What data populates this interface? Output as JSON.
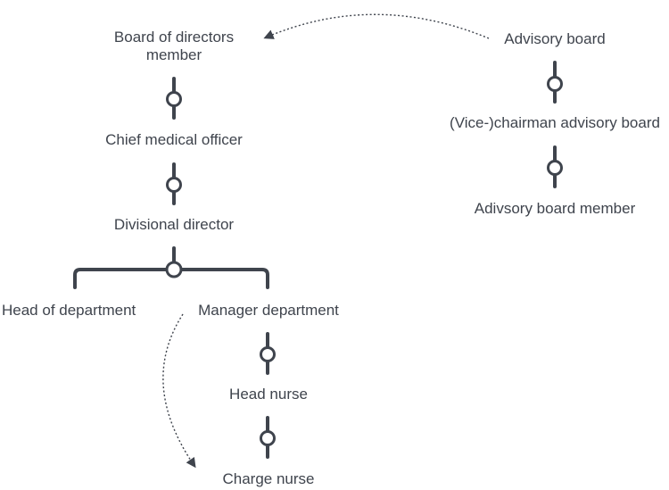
{
  "nodes": {
    "board_member": "Board of directors member",
    "chief_medical": "Chief medical officer",
    "divisional_director": "Divisional director",
    "head_of_department": "Head of department",
    "manager_department": "Manager department",
    "head_nurse": "Head nurse",
    "charge_nurse": "Charge nurse",
    "advisory_board": "Advisory board",
    "vice_chairman": "(Vice-)chairman advisory board",
    "advisory_member": "Adivsory board member"
  },
  "colors": {
    "text": "#3f444d",
    "connector": "#3f444d",
    "dotted_arrow": "#3f444d"
  },
  "icons": {
    "hierarchy_link": "vertical-line-with-circle-icon",
    "branch": "bracket-branch-icon",
    "reporting_arrow": "dotted-curved-arrow-icon"
  }
}
